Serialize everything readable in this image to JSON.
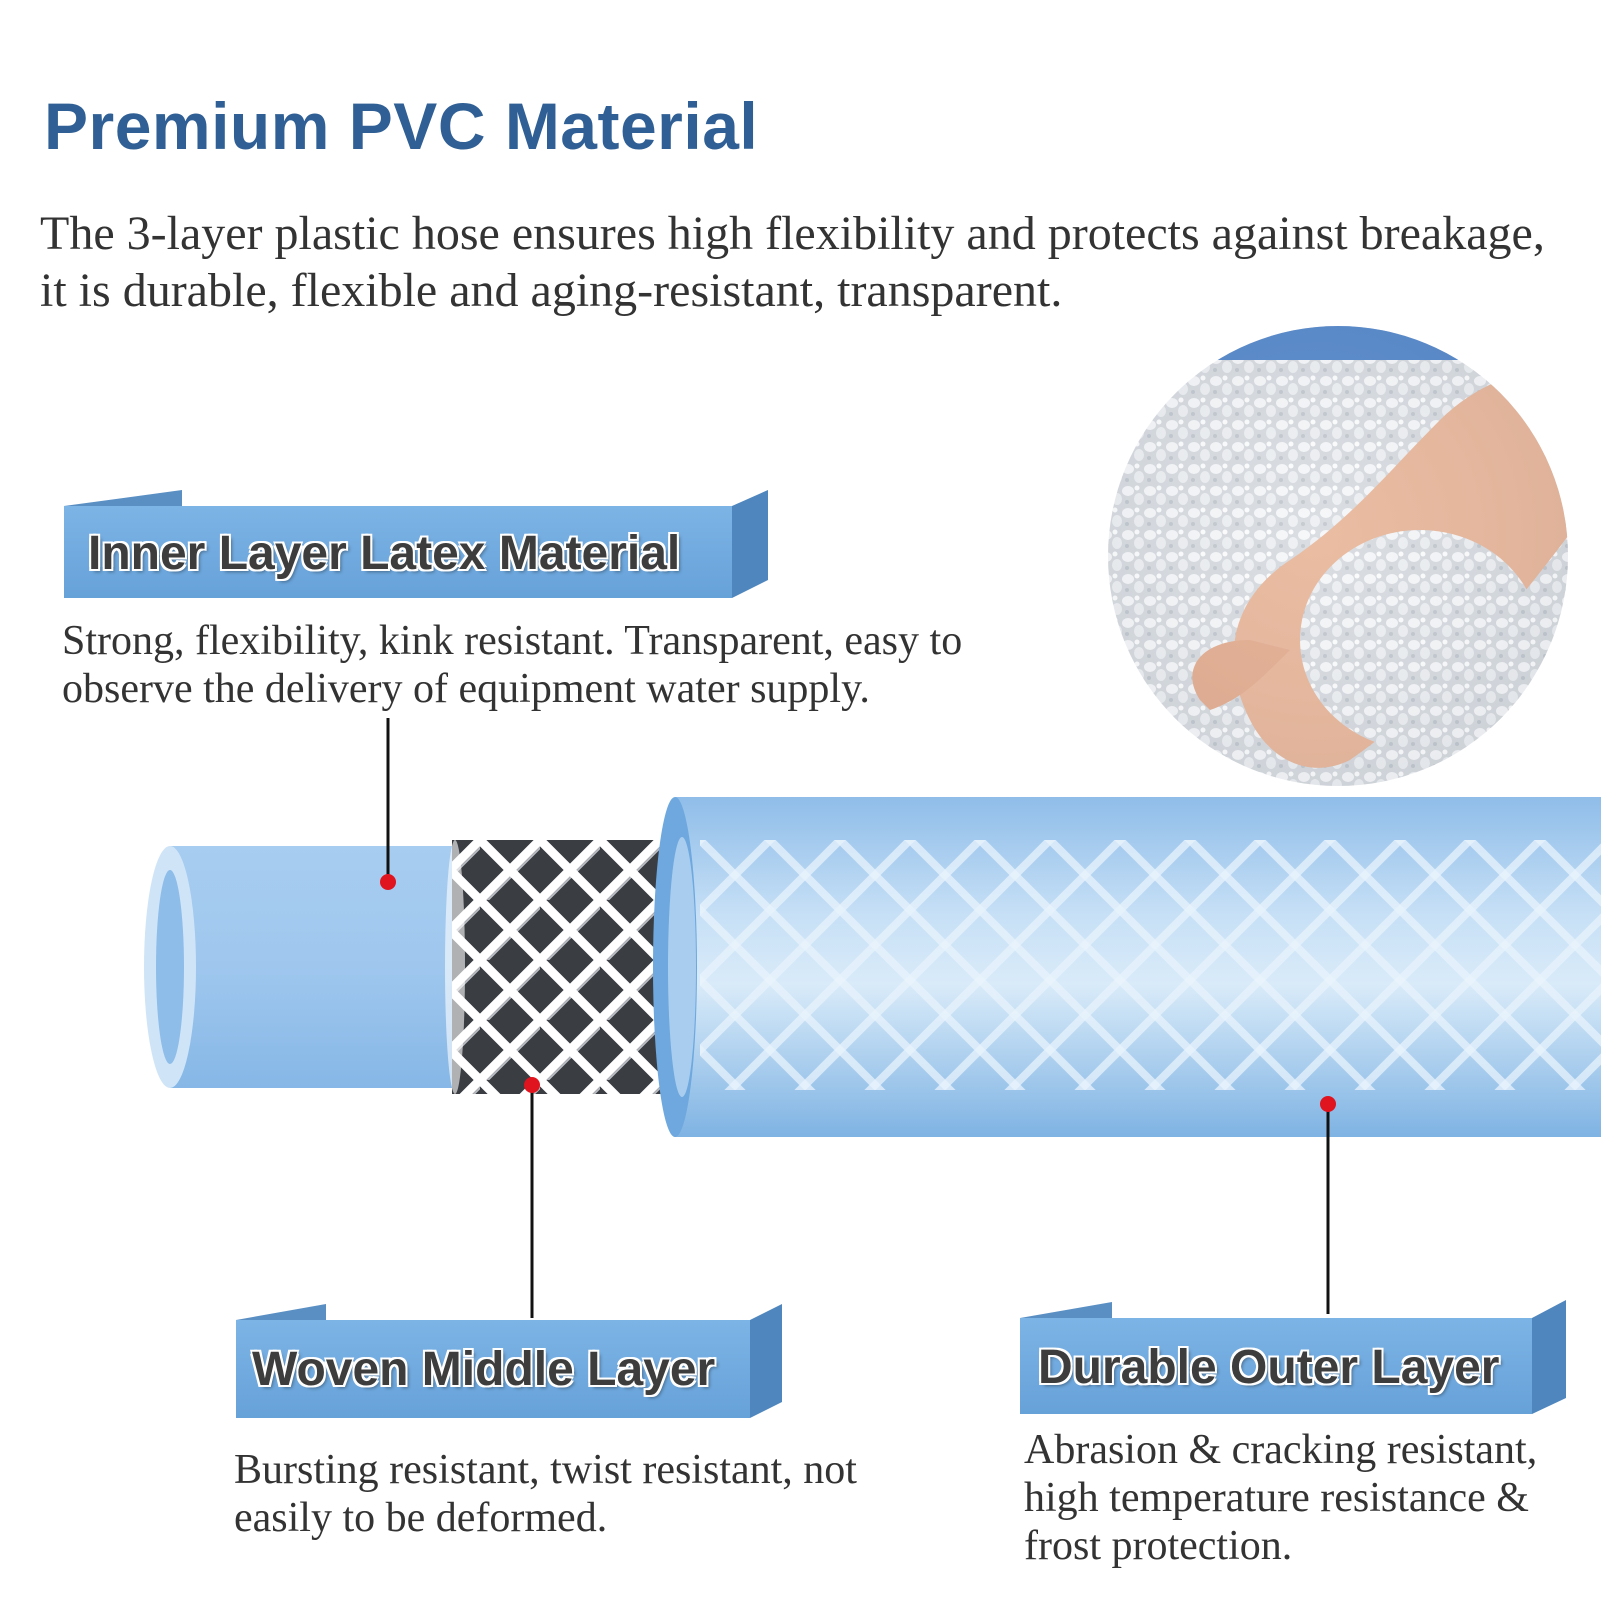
{
  "title": "Premium PVC Material",
  "intro": "The 3-layer plastic hose ensures high flexibility and protects against breakage, it is durable, flexible and aging-resistant, transparent.",
  "layers": [
    {
      "label": "Inner Layer Latex Material",
      "description": "Strong, flexibility, kink resistant. Transparent, easy to observe the delivery of equipment water supply."
    },
    {
      "label": "Woven Middle Layer",
      "description": "Bursting resistant, twist resistant, not easily to be deformed."
    },
    {
      "label": "Durable Outer Layer",
      "description": "Abrasion & cracking resistant, high temperature resistance & frost protection."
    }
  ],
  "colors": {
    "title": "#2f5f94",
    "banner": "#6fa9de",
    "hose": "#9cc6ec",
    "marker": "#e0141e"
  },
  "icons": [
    "pvc-granules-photo",
    "hose-cutaway-illustration"
  ]
}
